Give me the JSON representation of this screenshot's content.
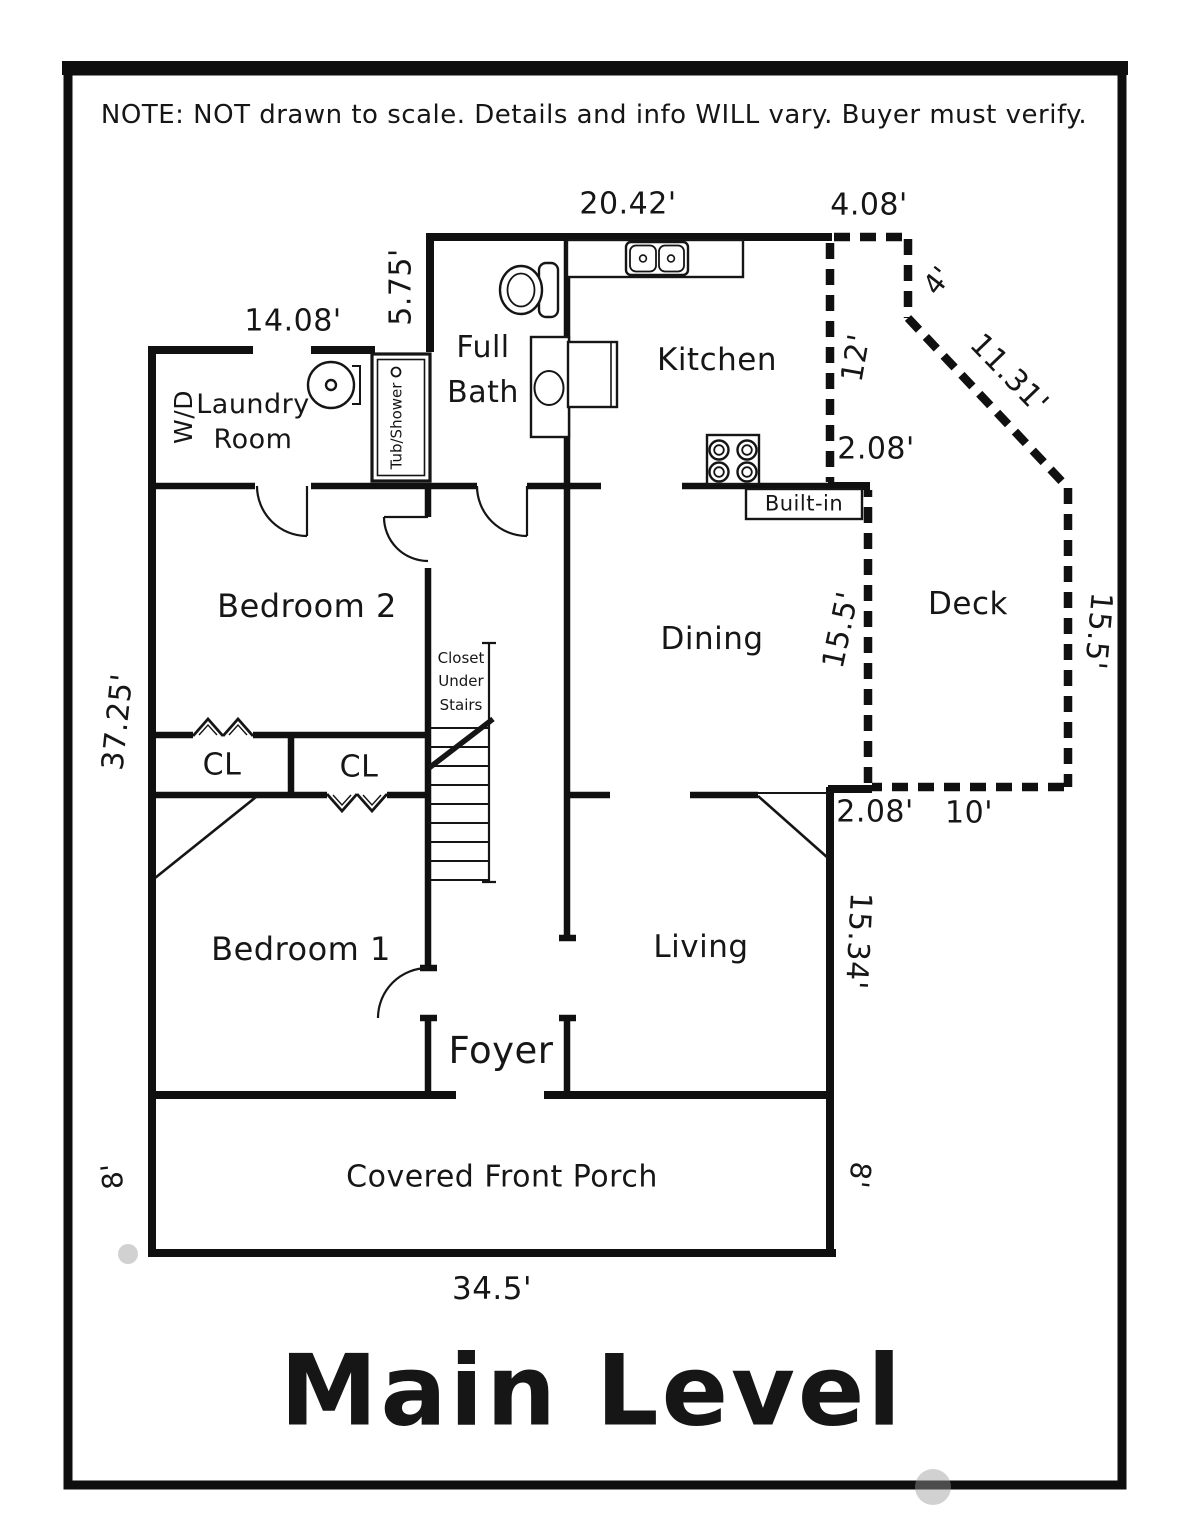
{
  "note": "NOTE: NOT drawn to scale.  Details and info WILL vary. Buyer must verify.",
  "title": "Main Level",
  "dimensions": {
    "kitchen_top": "20.42'",
    "deck_top": "4.08'",
    "bath_left": "5.75'",
    "laundry_top": "14.08'",
    "deck_right_upper": "4'",
    "deck_diagonal": "11.31'",
    "kitchen_right": "12'",
    "jog_upper": "2.08'",
    "deck_west": "15.5'",
    "deck_east": "15.5'",
    "left_wall": "37.25'",
    "jog_lower": "2.08'",
    "deck_bottom": "10'",
    "living_right": "15.34'",
    "porch_left": "8'",
    "porch_right": "8'",
    "porch_bottom": "34.5'"
  },
  "rooms": {
    "washer_dryer": "W/D",
    "laundry": "Laundry\nRoom",
    "tub_shower": "Tub/Shower",
    "full_bath": "Full\nBath",
    "kitchen": "Kitchen",
    "built_in": "Built-in",
    "bedroom2": "Bedroom 2",
    "closet_under_stairs": "Closet\nUnder\nStairs",
    "closet_left": "CL",
    "closet_right": "CL",
    "dining": "Dining",
    "deck": "Deck",
    "bedroom1": "Bedroom 1",
    "living": "Living",
    "foyer": "Foyer",
    "porch": "Covered Front Porch"
  }
}
